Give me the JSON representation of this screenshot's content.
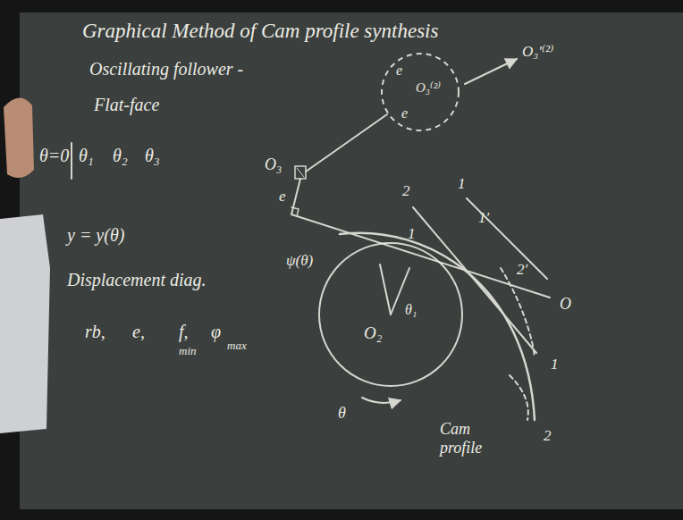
{
  "diagram": {
    "title": "Graphical Method of Cam profile synthesis",
    "nodes": [
      {
        "text": [
          "O₂",
          "θ₁"
        ]
      },
      {
        "text": [
          "e",
          "O₃⁽²⁾",
          "e"
        ]
      }
    ],
    "labels": [
      "Oscillating follower -",
      "Flat-face",
      "θ=0",
      "θ₁",
      "θ₂",
      "θ₃",
      "y = y(θ)",
      "Displacement diag.",
      "rb,",
      "e,",
      "f,",
      "min",
      "φ",
      "max",
      "O₃",
      "e",
      "ψ(θ)",
      "O₃′⁽²⁾",
      "2",
      "1",
      "1",
      "1′",
      "2′",
      "O",
      "1",
      "2",
      "θ",
      "Cam profile"
    ]
  }
}
